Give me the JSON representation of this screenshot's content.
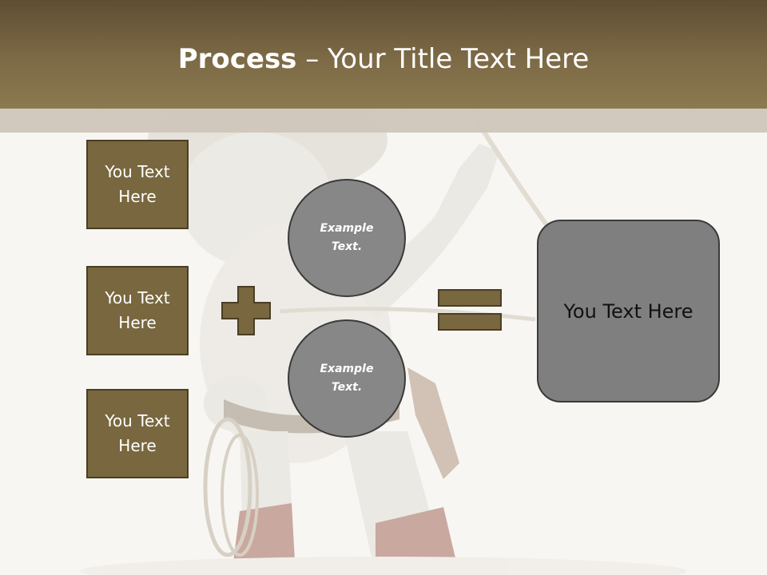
{
  "slide": {
    "title_bold": "Process",
    "title_rest": " – Your Title Text Here"
  },
  "left_boxes": [
    {
      "label": "You Text Here"
    },
    {
      "label": "You Text Here"
    },
    {
      "label": "You Text Here"
    }
  ],
  "circles": [
    {
      "label": "Example Text."
    },
    {
      "label": "Example Text."
    }
  ],
  "operators": {
    "plus_icon": "plus-icon",
    "equals_icon": "equals-icon"
  },
  "result_box": {
    "label": "You Text Here"
  },
  "colors": {
    "header": "#7d6a46",
    "box_fill": "#78673f",
    "circle_fill": "#878787",
    "result_fill": "#7f7f7f",
    "operator_fill": "#78673f"
  }
}
